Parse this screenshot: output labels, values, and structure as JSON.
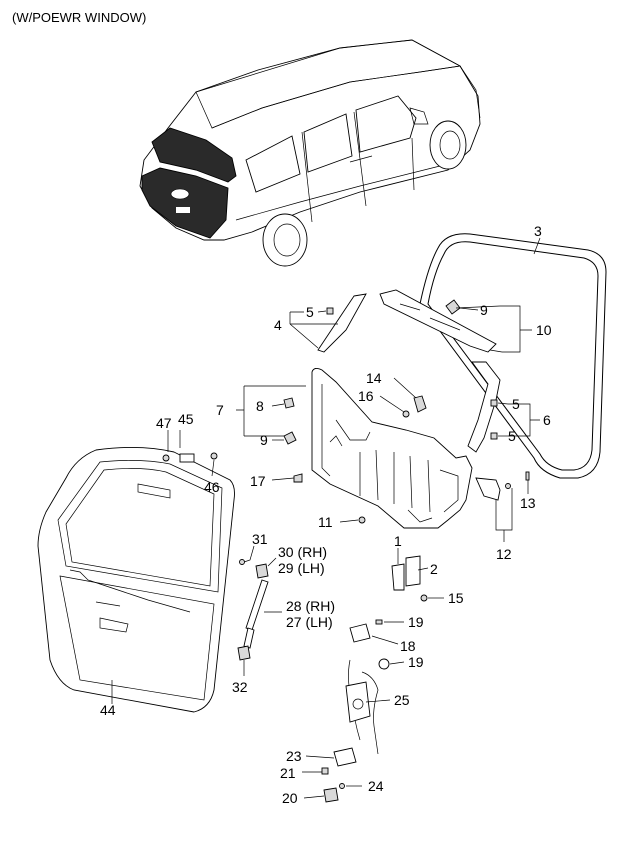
{
  "header": {
    "title": "(W/POEWR WINDOW)"
  },
  "callouts": {
    "c1": "1",
    "c2": "2",
    "c3": "3",
    "c4": "4",
    "c5a": "5",
    "c5b": "5",
    "c5c": "5",
    "c6": "6",
    "c7": "7",
    "c8": "8",
    "c9a": "9",
    "c9b": "9",
    "c10": "10",
    "c11": "11",
    "c12": "12",
    "c13": "13",
    "c14": "14",
    "c15": "15",
    "c16": "16",
    "c17": "17",
    "c18": "18",
    "c19a": "19",
    "c19b": "19",
    "c20": "20",
    "c21": "21",
    "c23": "23",
    "c24": "24",
    "c25": "25",
    "c27": "27 (LH)",
    "c28": "28 (RH)",
    "c29": "29 (LH)",
    "c30": "30 (RH)",
    "c31": "31",
    "c32": "32",
    "c44": "44",
    "c45": "45",
    "c46": "46",
    "c47": "47"
  }
}
